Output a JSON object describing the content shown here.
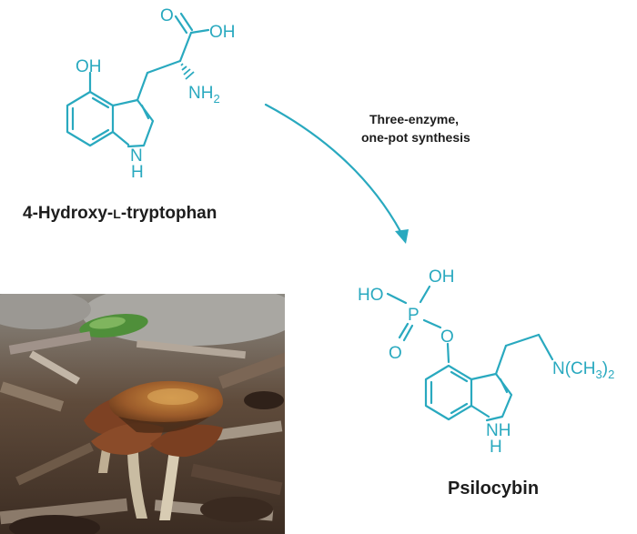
{
  "colors": {
    "structure": "#29a9bf",
    "text": "#1d1d1d"
  },
  "reactant": {
    "name_part1": "4-Hydroxy-",
    "name_small_caps": "L",
    "name_part2": "-tryptophan",
    "atom_oh_top": "OH",
    "atom_o_acid": "O",
    "atom_oh_acid": "OH",
    "atom_nh2": "NH",
    "atom_nh2_sub": "2",
    "atom_indole_n": "N",
    "atom_indole_h": "H"
  },
  "reaction": {
    "label_line1": "Three-enzyme,",
    "label_line2": "one-pot synthesis"
  },
  "product": {
    "name": "Psilocybin",
    "atom_ho": "HO",
    "atom_oh": "OH",
    "atom_p": "P",
    "atom_o_double": "O",
    "atom_o_ester": "O",
    "atom_amine": "N(CH",
    "atom_amine_sub3": "3",
    "atom_amine_close": ")",
    "atom_amine_sub2": "2",
    "atom_indole_nh": "NH",
    "atom_indole_h": "H"
  },
  "photo": {
    "subject": "mushroom-photo"
  }
}
